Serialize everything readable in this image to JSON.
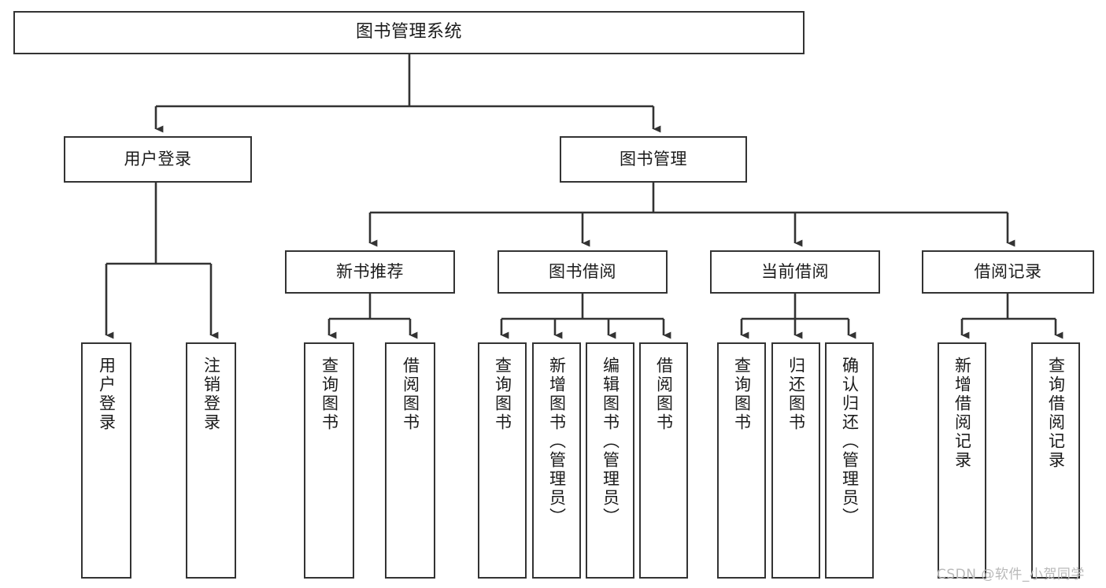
{
  "diagram": {
    "type": "tree-hierarchy-diagram",
    "root": {
      "id": "root",
      "label": "图书管理系统"
    },
    "level2": [
      {
        "id": "user-login",
        "label": "用户登录"
      },
      {
        "id": "book-manage",
        "label": "图书管理"
      }
    ],
    "level3": [
      {
        "id": "new-book-rec",
        "label": "新书推荐",
        "parent": "book-manage"
      },
      {
        "id": "book-borrow",
        "label": "图书借阅",
        "parent": "book-manage"
      },
      {
        "id": "current-borrow",
        "label": "当前借阅",
        "parent": "book-manage"
      },
      {
        "id": "borrow-record",
        "label": "借阅记录",
        "parent": "book-manage"
      }
    ],
    "leaves": [
      {
        "id": "leaf-user-login",
        "label": "用户登录",
        "parent": "user-login"
      },
      {
        "id": "leaf-logout",
        "label": "注销登录",
        "parent": "user-login"
      },
      {
        "id": "leaf-query-book-1",
        "label": "查询图书",
        "parent": "new-book-rec"
      },
      {
        "id": "leaf-borrow-book-1",
        "label": "借阅图书",
        "parent": "new-book-rec"
      },
      {
        "id": "leaf-query-book-2",
        "label": "查询图书",
        "parent": "book-borrow"
      },
      {
        "id": "leaf-add-book",
        "label": "新增图书（管理员）",
        "parent": "book-borrow"
      },
      {
        "id": "leaf-edit-book",
        "label": "编辑图书（管理员）",
        "parent": "book-borrow"
      },
      {
        "id": "leaf-borrow-book-2",
        "label": "借阅图书",
        "parent": "book-borrow"
      },
      {
        "id": "leaf-query-book-3",
        "label": "查询图书",
        "parent": "current-borrow"
      },
      {
        "id": "leaf-return-book",
        "label": "归还图书",
        "parent": "current-borrow"
      },
      {
        "id": "leaf-confirm-return",
        "label": "确认归还（管理员）",
        "parent": "current-borrow"
      },
      {
        "id": "leaf-add-record",
        "label": "新增借阅记录",
        "parent": "borrow-record"
      },
      {
        "id": "leaf-query-record",
        "label": "查询借阅记录",
        "parent": "borrow-record"
      }
    ]
  },
  "watermark": {
    "text": "CSDN @软件_小贺同学"
  },
  "colors": {
    "stroke": "#333333",
    "background": "#ffffff",
    "text": "#1b1b1b",
    "watermark": "#b9b9b9"
  }
}
